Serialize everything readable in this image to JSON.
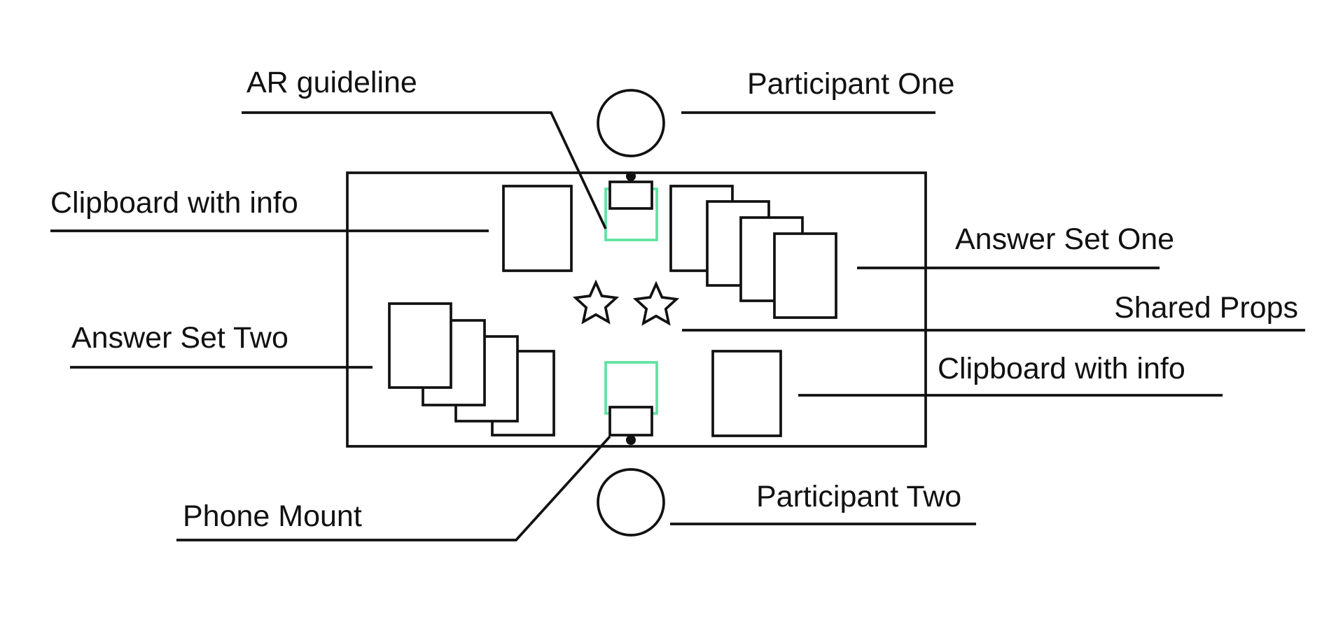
{
  "labels": {
    "ar_guideline": "AR guideline",
    "participant_one": "Participant One",
    "clipboard_left": "Clipboard with info",
    "answer_set_one": "Answer Set One",
    "shared_props": "Shared Props",
    "answer_set_two": "Answer Set Two",
    "clipboard_right": "Clipboard with info",
    "phone_mount": "Phone Mount",
    "participant_two": "Participant Two"
  },
  "colors": {
    "line": "#111111",
    "ar_guide": "#5ee3a0",
    "background": "#ffffff"
  },
  "icons": {
    "participant": "circle",
    "shared_prop": "star-outline",
    "phone_mount": "rectangle-with-dot"
  }
}
